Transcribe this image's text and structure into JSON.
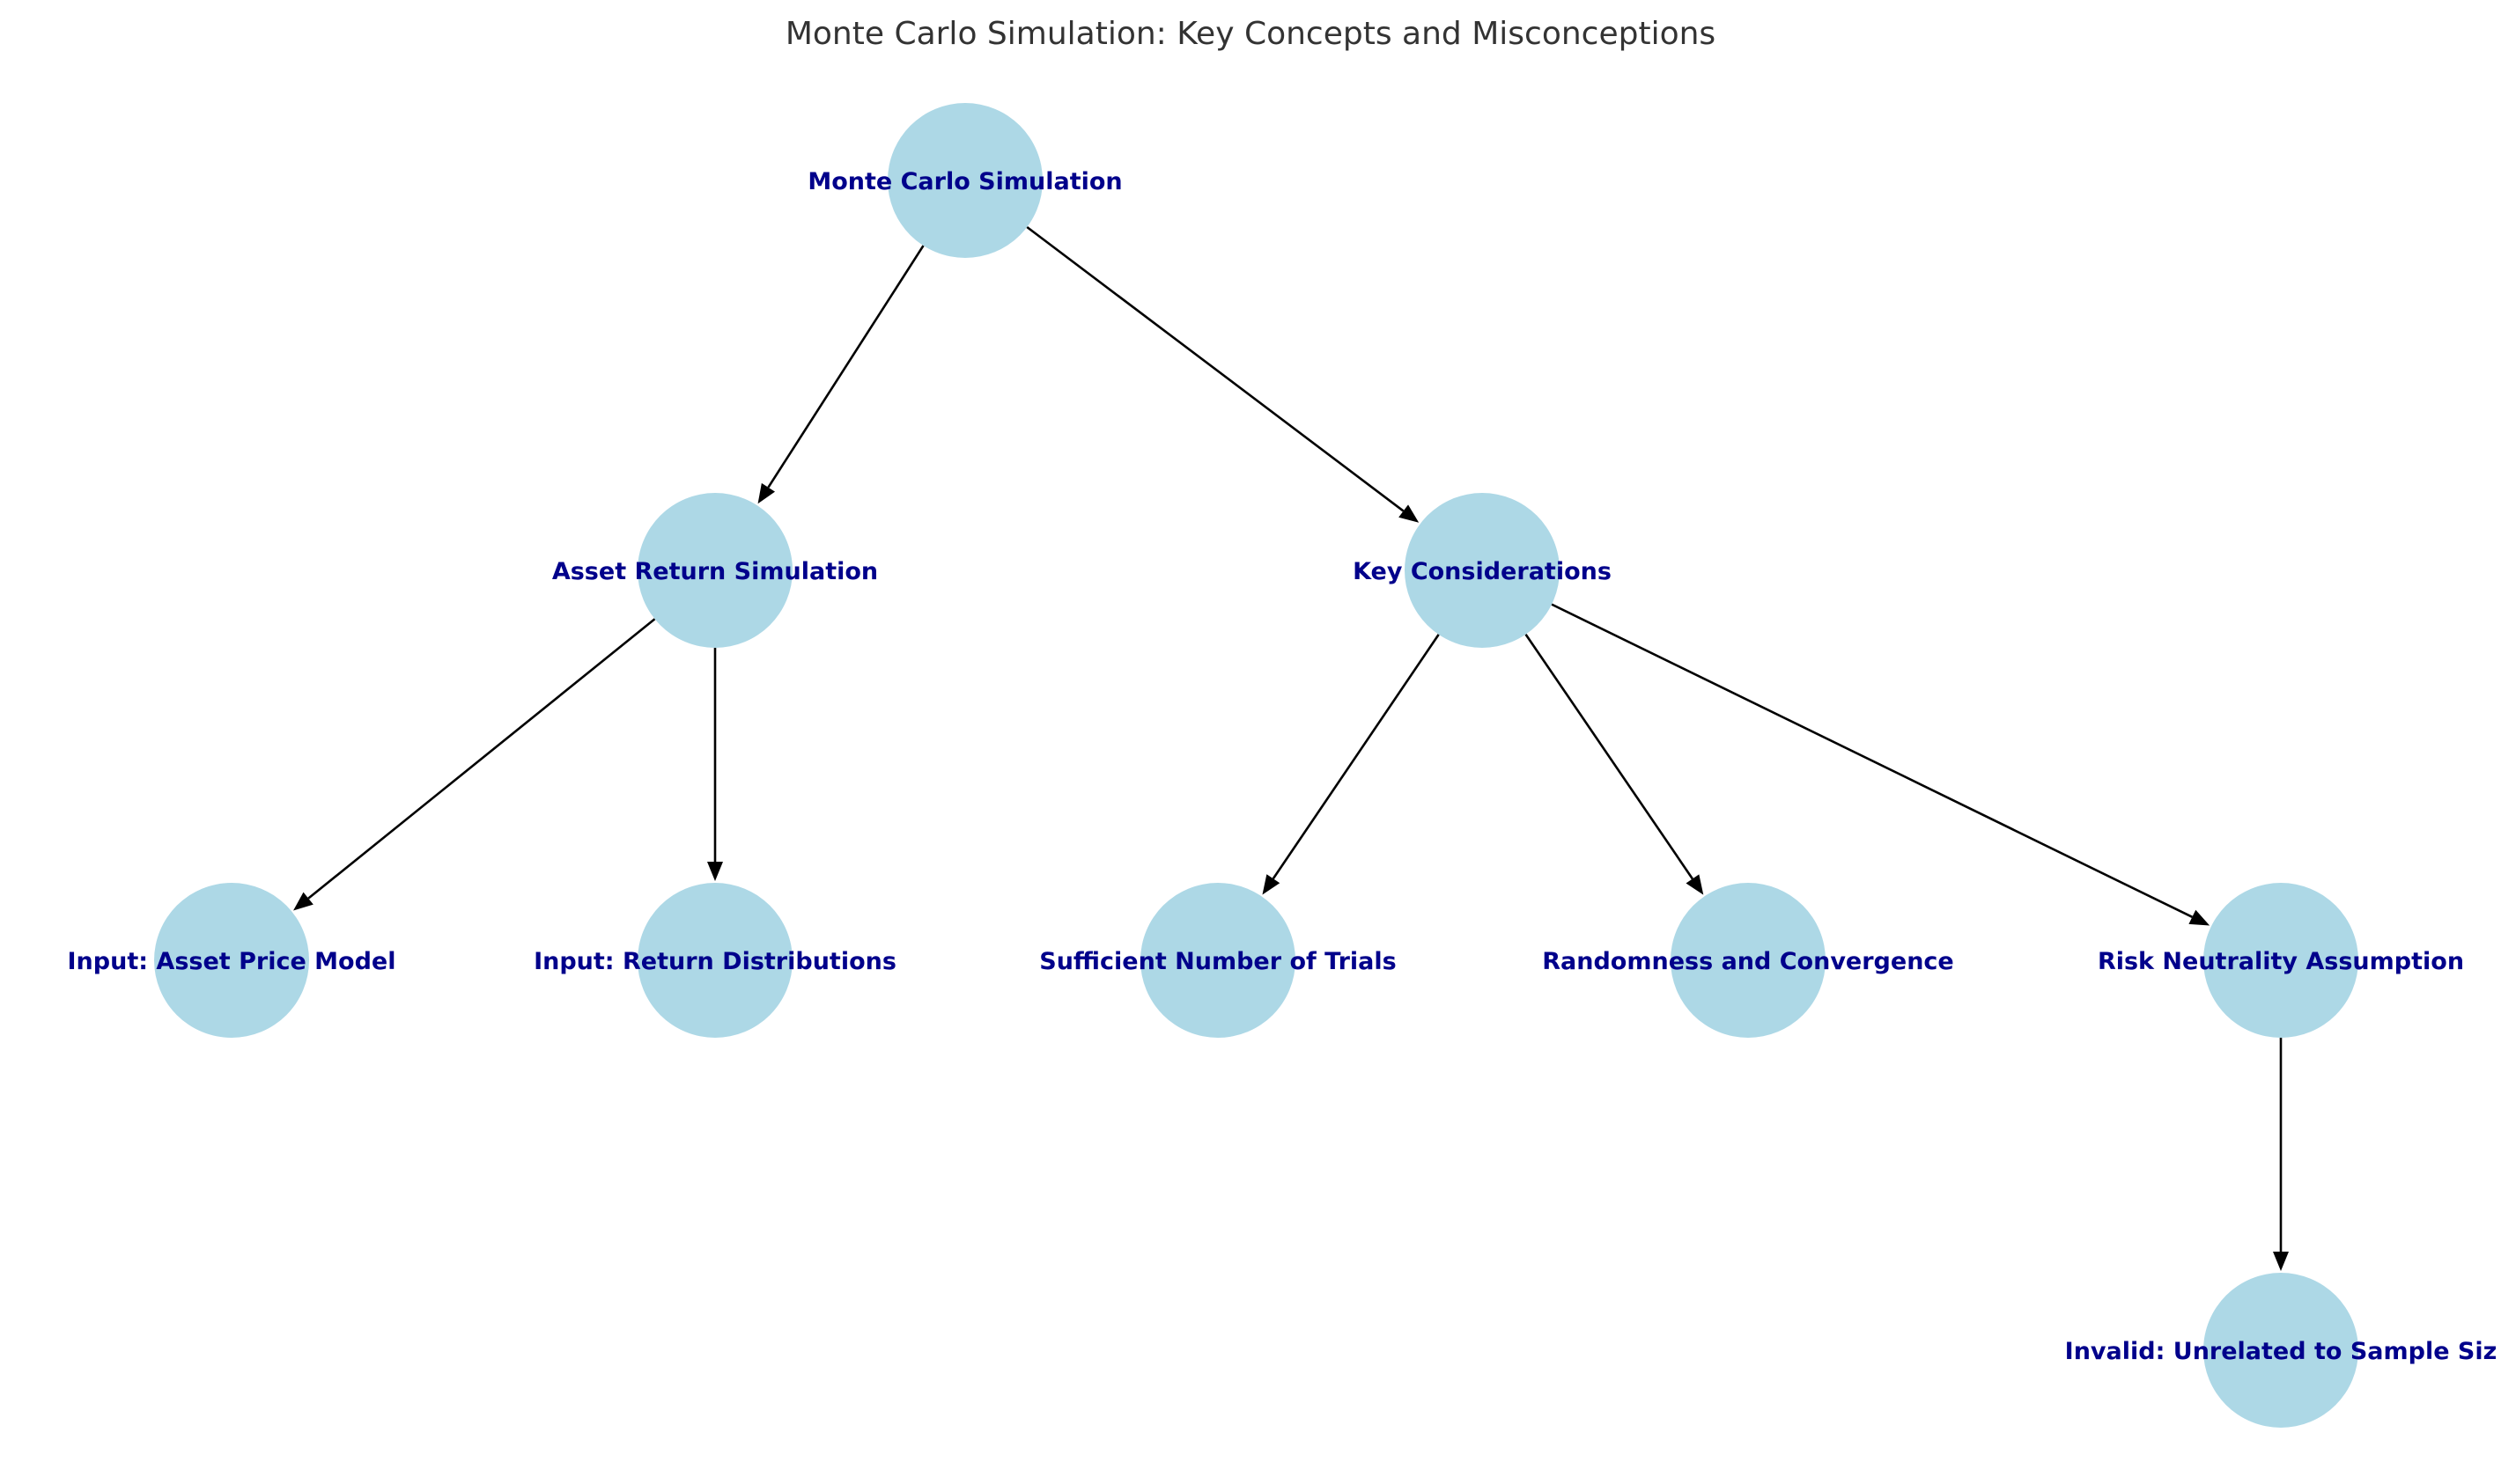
{
  "title": "Monte Carlo Simulation: Key Concepts and Misconceptions",
  "colors": {
    "node_fill": "#add8e6",
    "label_text": "#00008b",
    "edge": "#000000",
    "title_text": "#333333"
  },
  "nodes": [
    {
      "id": "mcs",
      "label": "Monte Carlo Simulation"
    },
    {
      "id": "ars",
      "label": "Asset Return Simulation"
    },
    {
      "id": "kc",
      "label": "Key Considerations"
    },
    {
      "id": "iapm",
      "label": "Input: Asset Price Model"
    },
    {
      "id": "ird",
      "label": "Input: Return Distributions"
    },
    {
      "id": "snt",
      "label": "Sufficient Number of Trials"
    },
    {
      "id": "rc",
      "label": "Randomness and Convergence"
    },
    {
      "id": "rna",
      "label": "Risk Neutrality Assumption"
    },
    {
      "id": "inv",
      "label": "Invalid: Unrelated to Sample Siz"
    }
  ],
  "edges": [
    {
      "from": "mcs",
      "to": "ars"
    },
    {
      "from": "mcs",
      "to": "kc"
    },
    {
      "from": "ars",
      "to": "iapm"
    },
    {
      "from": "ars",
      "to": "ird"
    },
    {
      "from": "kc",
      "to": "snt"
    },
    {
      "from": "kc",
      "to": "rc"
    },
    {
      "from": "kc",
      "to": "rna"
    },
    {
      "from": "rna",
      "to": "inv"
    }
  ]
}
